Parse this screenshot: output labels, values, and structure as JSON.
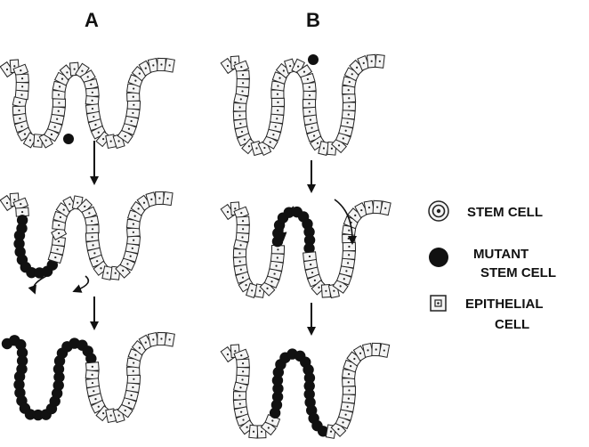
{
  "panels": {
    "a": {
      "label": "A"
    },
    "b": {
      "label": "B"
    }
  },
  "legend": {
    "stem_cell": {
      "label": "STEM CELL"
    },
    "mutant_stem_cell": {
      "line1": "MUTANT",
      "line2": "STEM CELL"
    },
    "epithelial_cell": {
      "line1": "EPITHELIAL",
      "line2": "CELL"
    }
  },
  "colors": {
    "outline": "#222222",
    "cell_fill": "#f4f4f4",
    "mutant": "#111111"
  }
}
